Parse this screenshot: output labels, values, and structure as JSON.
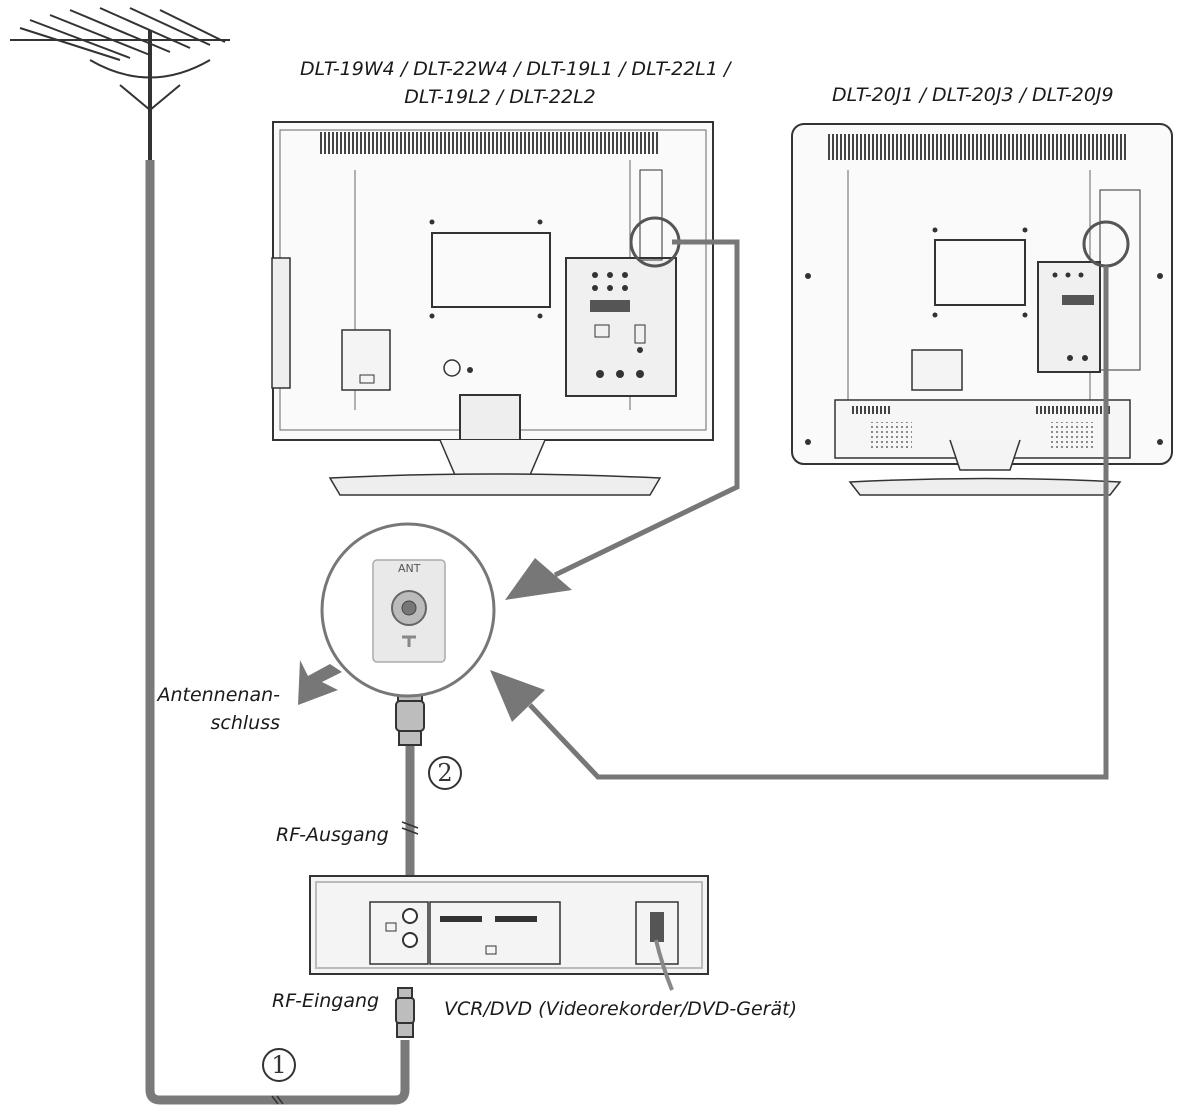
{
  "models": {
    "left_line1": "DLT-19W4 / DLT-22W4 / DLT-19L1 / DLT-22L1 /",
    "left_line2": "DLT-19L2 / DLT-22L2",
    "right": "DLT-20J1 / DLT-20J3 / DLT-20J9"
  },
  "labels": {
    "antenna_port_line1": "Antennenan-",
    "antenna_port_line2": "schluss",
    "rf_out": "RF-Ausgang",
    "rf_in": "RF-Eingang",
    "device": "VCR/DVD (Videorekorder/DVD-Gerät)",
    "ant_jack": "ANT"
  },
  "steps": {
    "one": "1",
    "two": "2"
  },
  "colors": {
    "cable": "#7a7a7a",
    "arrow": "#777777",
    "outline": "#333333",
    "panel": "#f2f2f2"
  }
}
